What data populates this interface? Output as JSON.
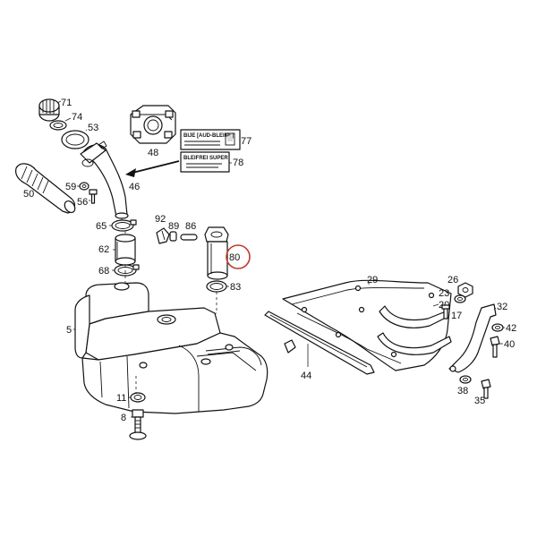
{
  "callouts": {
    "c71": "71",
    "c74": "74",
    "c53": "53",
    "c48": "48",
    "c77": "77",
    "c78": "78",
    "c50": "50",
    "c59": "59",
    "c56": "56",
    "c46": "46",
    "c92": "92",
    "c89": "89",
    "c86": "86",
    "c65": "65",
    "c62": "62",
    "c80": "80",
    "c68": "68",
    "c83": "83",
    "c29": "29",
    "c26": "26",
    "c23": "23",
    "c20": "20",
    "c17": "17",
    "c32": "32",
    "c42": "42",
    "c40": "40",
    "c5": "5",
    "c44": "44",
    "c38": "38",
    "c35": "35",
    "c11": "11",
    "c8": "8"
  },
  "decals": {
    "label77": "BIJE [AUD-BLEINE]",
    "label78": "BLEIFREI SUPER"
  },
  "highlight_color": "#c0392b"
}
